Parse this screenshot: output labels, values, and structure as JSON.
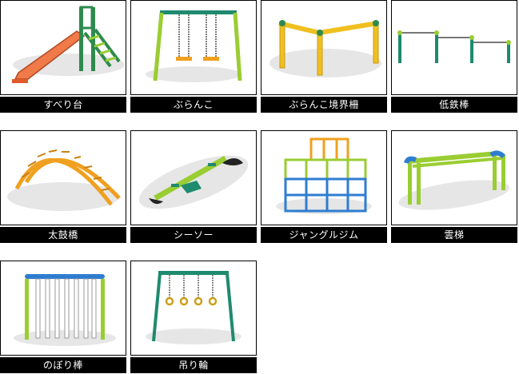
{
  "items": [
    {
      "label": "すべり台"
    },
    {
      "label": "ぶらんこ"
    },
    {
      "label": "ぶらんこ境界柵"
    },
    {
      "label": "低鉄棒"
    },
    {
      "label": "太鼓橋"
    },
    {
      "label": "シーソー"
    },
    {
      "label": "ジャングルジム"
    },
    {
      "label": "雲梯"
    },
    {
      "label": "のぼり棒"
    },
    {
      "label": "吊り輪"
    }
  ],
  "colors": {
    "label_bg": "#000000",
    "label_text": "#ffffff",
    "shadow": "#e6e6e6",
    "frame_green": "#9acd32",
    "frame_blue": "#2e7dd1",
    "frame_teal": "#1e8a6e",
    "slide_orange": "#f07a4a",
    "yellow": "#f0c020"
  }
}
